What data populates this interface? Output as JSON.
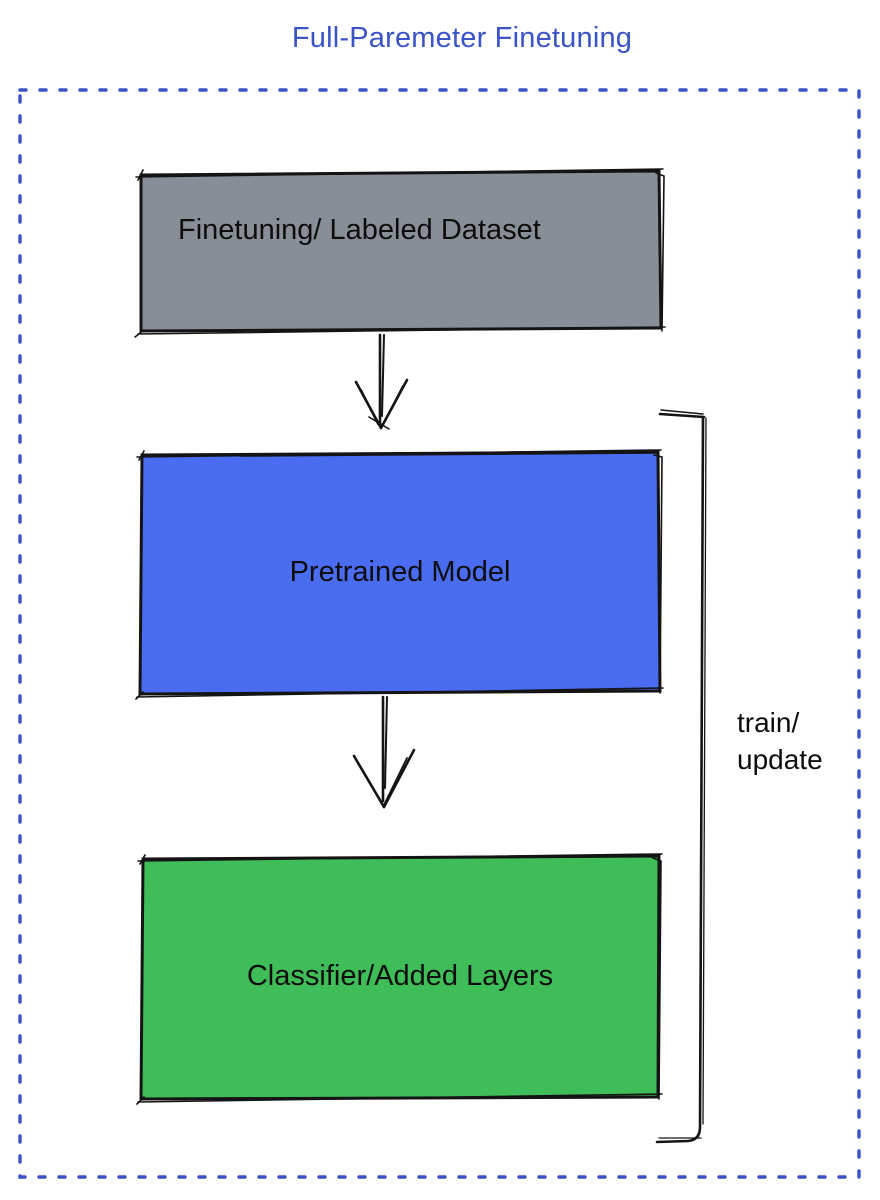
{
  "title": {
    "text": "Full-Paremeter Finetuning",
    "color": "#3b53c9"
  },
  "boundary": {
    "style": "dotted",
    "color": "#3b52c9"
  },
  "nodes": {
    "dataset": {
      "label": "Finetuning/ Labeled Dataset",
      "fill": "#878e97",
      "text_color": "#0d0d0d"
    },
    "pretrained": {
      "label": "Pretrained Model",
      "fill": "#4a6cf1",
      "text_color": "#0d0d0d"
    },
    "classifier": {
      "label": "Classifier/Added Layers",
      "fill": "#3fbd58",
      "text_color": "#0d0d0d"
    }
  },
  "edges": [
    {
      "from": "dataset",
      "to": "pretrained",
      "type": "arrow-down"
    },
    {
      "from": "pretrained",
      "to": "classifier",
      "type": "arrow-down"
    }
  ],
  "annotation": {
    "lines": [
      "train/",
      "update"
    ]
  }
}
